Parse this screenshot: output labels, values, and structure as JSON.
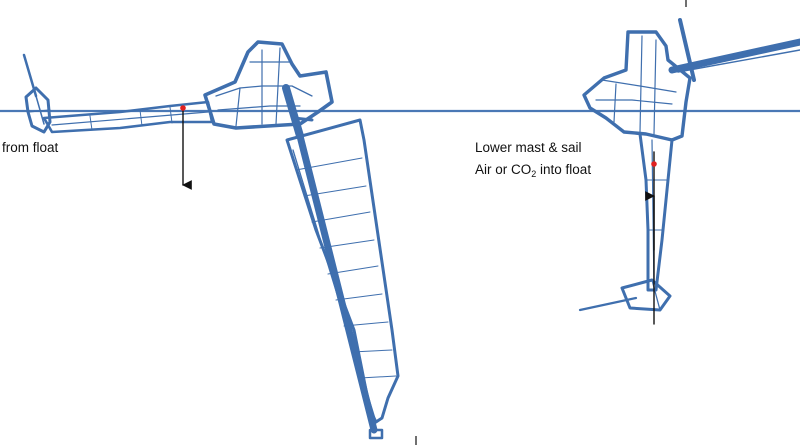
{
  "labels": {
    "left_caption": "from float",
    "right_caption_line1": "Lower mast & sail",
    "right_caption_line2_pre": "Air or CO",
    "right_caption_line2_sub": "2",
    "right_caption_line2_post": " into float"
  },
  "colors": {
    "structure": "#3f6fae",
    "structure_light": "#6b93c9",
    "waterline": "#4a78b5",
    "arrow": "#111111",
    "marker": "#e02020",
    "text": "#111111"
  }
}
